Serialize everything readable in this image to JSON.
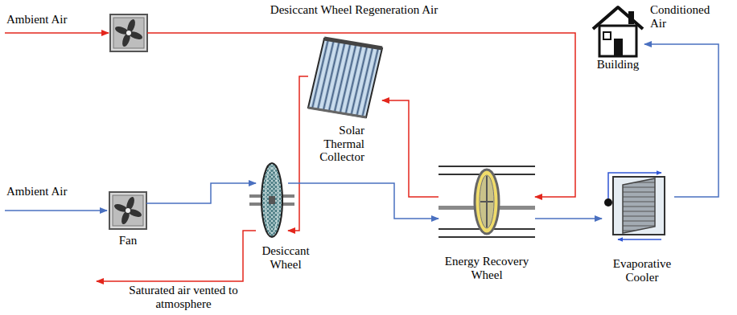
{
  "diagram": {
    "nodes": [
      {
        "text": [
          "Ambient Air"
        ]
      },
      {
        "text": [
          "Solar Thermal Collector"
        ]
      },
      {
        "text": [
          "Building"
        ]
      },
      {
        "text": [
          "Ambient Air",
          "Fan"
        ]
      },
      {
        "text": [
          "Desiccant Wheel"
        ]
      },
      {
        "text": [
          "Energy Recovery Wheel"
        ]
      },
      {
        "text": [
          "Evaporative Cooler"
        ]
      }
    ],
    "edges": [
      {
        "from": 0,
        "to": 5,
        "arrow": "to",
        "label": "Desiccant Wheel Regeneration Air"
      },
      {
        "from": 5,
        "to": 1,
        "arrow": "to"
      },
      {
        "from": 1,
        "to": 4,
        "arrow": "to"
      },
      {
        "from": 3,
        "to": 4,
        "arrow": "to"
      },
      {
        "from": 4,
        "to": 5,
        "arrow": "to"
      },
      {
        "from": 5,
        "to": 6,
        "arrow": "to"
      },
      {
        "from": 6,
        "to": 2,
        "arrow": "to",
        "label": "Conditioned Air"
      }
    ],
    "labels": [
      "Saturated air vented to atmosphere"
    ]
  }
}
